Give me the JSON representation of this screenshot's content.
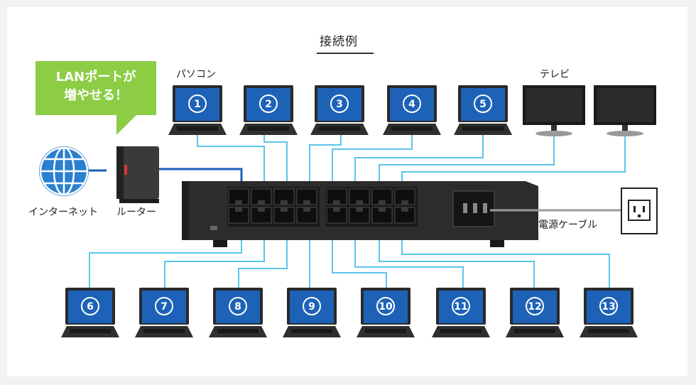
{
  "title": "接続例",
  "callout": {
    "line1": "LANポートが",
    "line2": "増やせる！"
  },
  "labels": {
    "pc": "パソコン",
    "tv": "テレビ",
    "internet": "インターネット",
    "router": "ルーター",
    "power_cable": "電源ケーブル"
  },
  "laptops_top": [
    "①",
    "②",
    "③",
    "④",
    "⑤"
  ],
  "laptops_bottom": [
    "⑥",
    "⑦",
    "⑧",
    "⑨",
    "⑩",
    "⑪",
    "⑫",
    "⑬"
  ],
  "tv_count": 2,
  "colors": {
    "cable": "#5bc5ea",
    "uplink": "#1b5fb8",
    "callout": "#8ccd45",
    "screen": "#1d62b7",
    "device": "#2a2a2a"
  }
}
